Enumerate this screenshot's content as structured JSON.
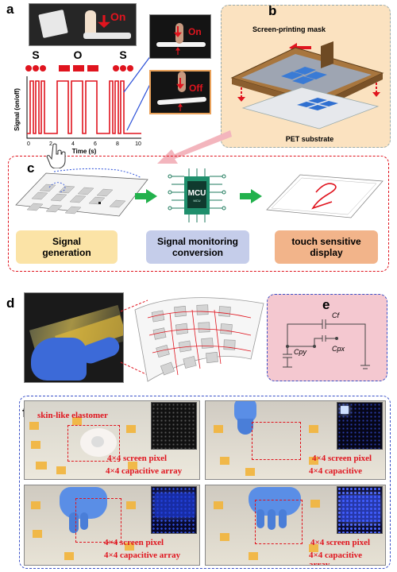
{
  "panel_a": {
    "letter": "a",
    "on_label": "On",
    "off_label": "Off",
    "morse": [
      "S",
      "O",
      "S"
    ],
    "ylabel": "Signal (on/off)",
    "xlabel": "Time (s)",
    "xticks": [
      "0",
      "2",
      "4",
      "6",
      "8",
      "10"
    ]
  },
  "panel_b": {
    "letter": "b",
    "mask_label": "Screen-printing mask",
    "substrate_label": "PET substrate"
  },
  "panel_c": {
    "letter": "c",
    "chip_text": "MCU",
    "chip_subtext": "MCU",
    "stage1": "Signal generation",
    "stage2": "Signal monitoring conversion",
    "stage3": "touch sensitive display"
  },
  "panel_d": {
    "letter": "d"
  },
  "panel_e": {
    "letter": "e",
    "cf": "Cf",
    "cpx": "Cpx",
    "cpy": "Cpy"
  },
  "panel_f": {
    "letter": "f",
    "elastomer_label": "skin-like elastomer",
    "pixel_label": "4×4 screen pixel",
    "array_label": "4×4 capacitive array"
  },
  "colors": {
    "red": "#e0141e",
    "green_arrow": "#22b14c",
    "box_yellow": "#fbe3a6",
    "box_blue": "#c5cdea",
    "box_orange": "#f2b48a",
    "panel_e_bg": "#f4c8d0"
  }
}
